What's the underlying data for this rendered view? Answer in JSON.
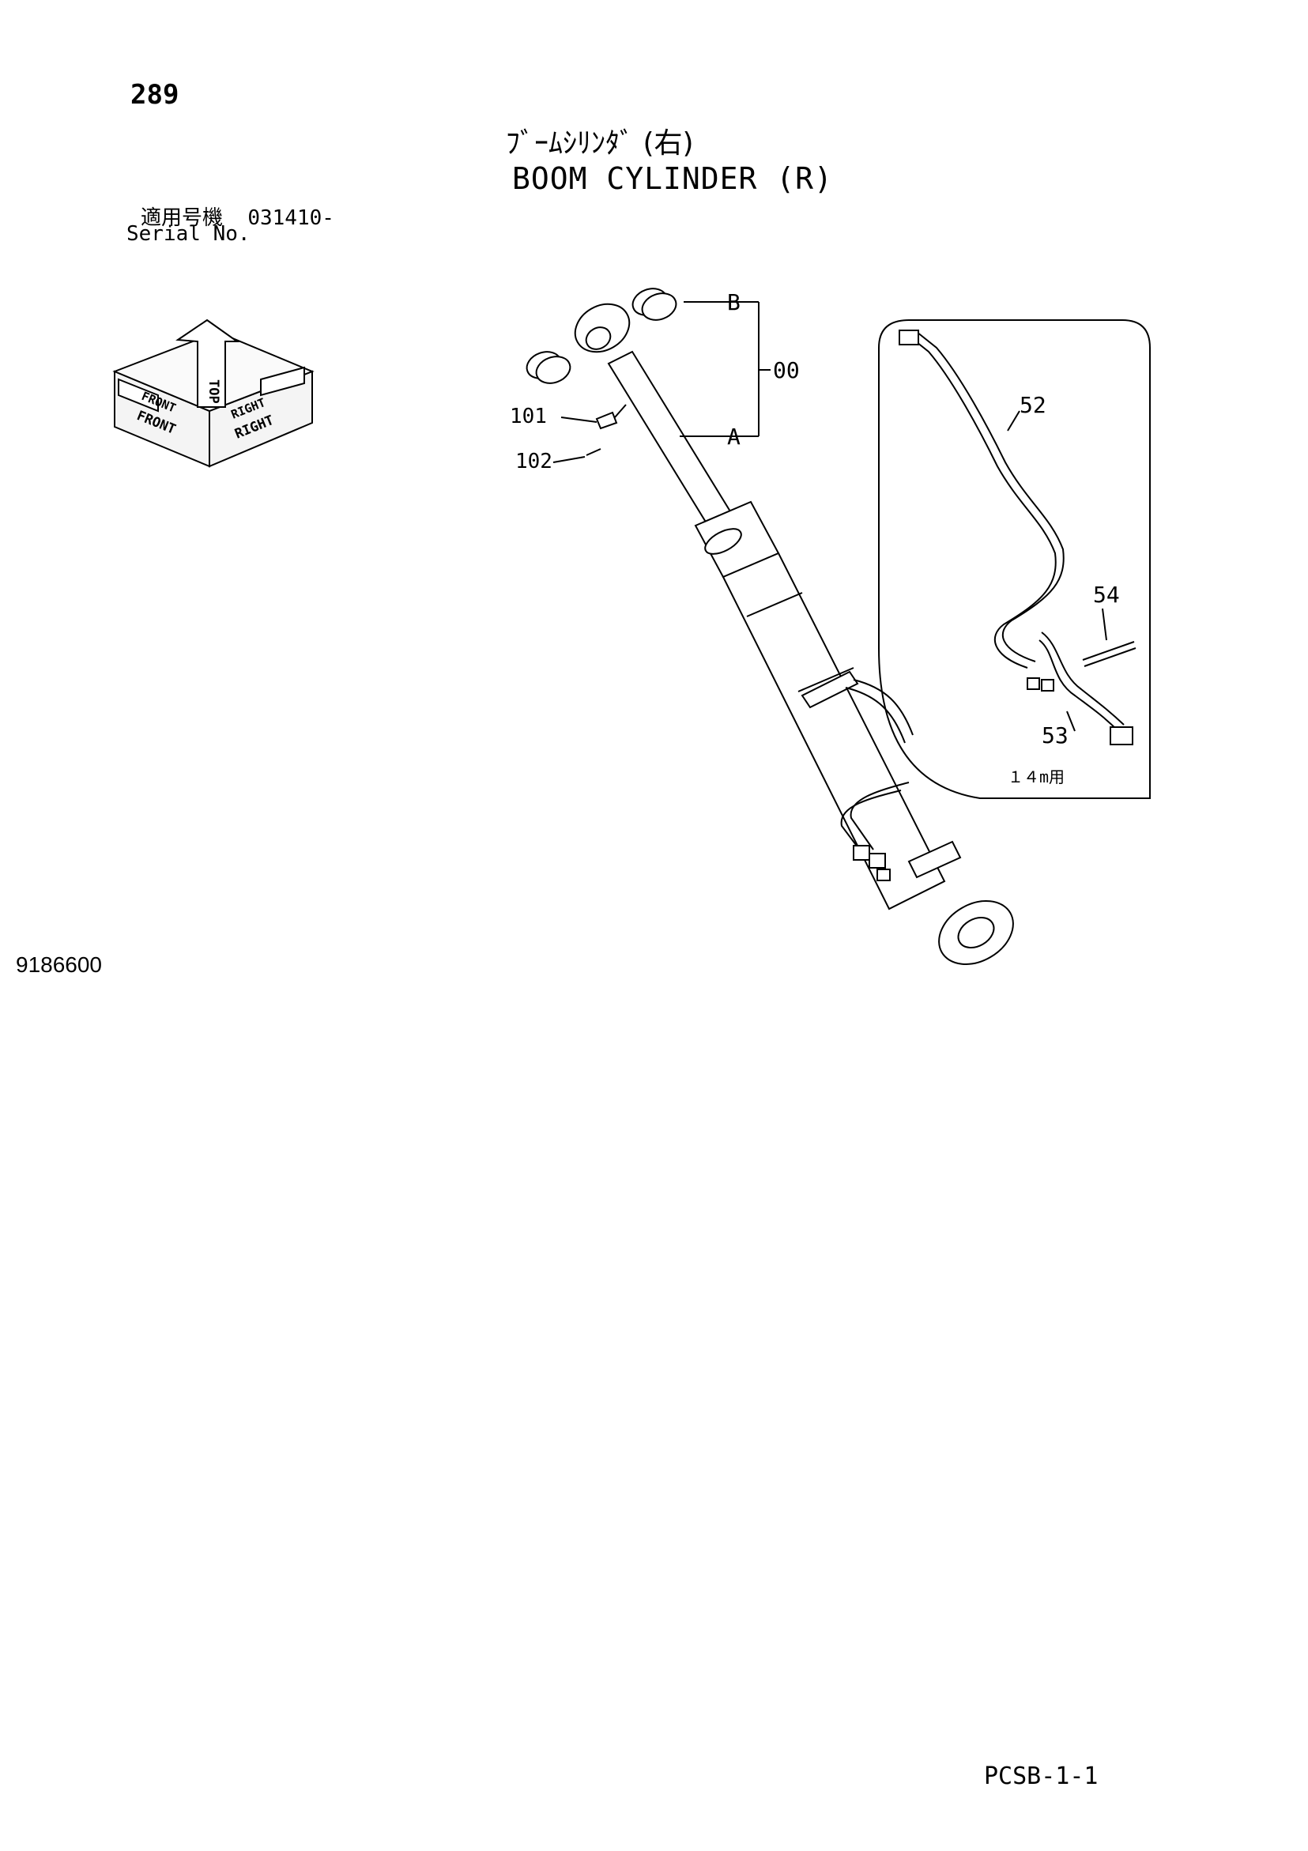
{
  "page_number": "289",
  "title_jp": "ﾌﾞｰﾑｼﾘﾝﾀﾞ (右)",
  "title_en": "BOOM CYLINDER (R)",
  "serial": {
    "applicable_label_jp": "適用号機",
    "serial_value": "031410-",
    "serial_label_en": "Serial No."
  },
  "orientation": {
    "front": "FRONT",
    "top": "TOP",
    "right": "RIGHT"
  },
  "callouts": {
    "b": "B",
    "a": "A",
    "assembly": "00",
    "p101": "101",
    "p102": "102",
    "p52": "52",
    "p53": "53",
    "p54": "54"
  },
  "detail_note": "１４m用",
  "drawing_number": "9186600",
  "footer_code": "PCSB-1-1"
}
